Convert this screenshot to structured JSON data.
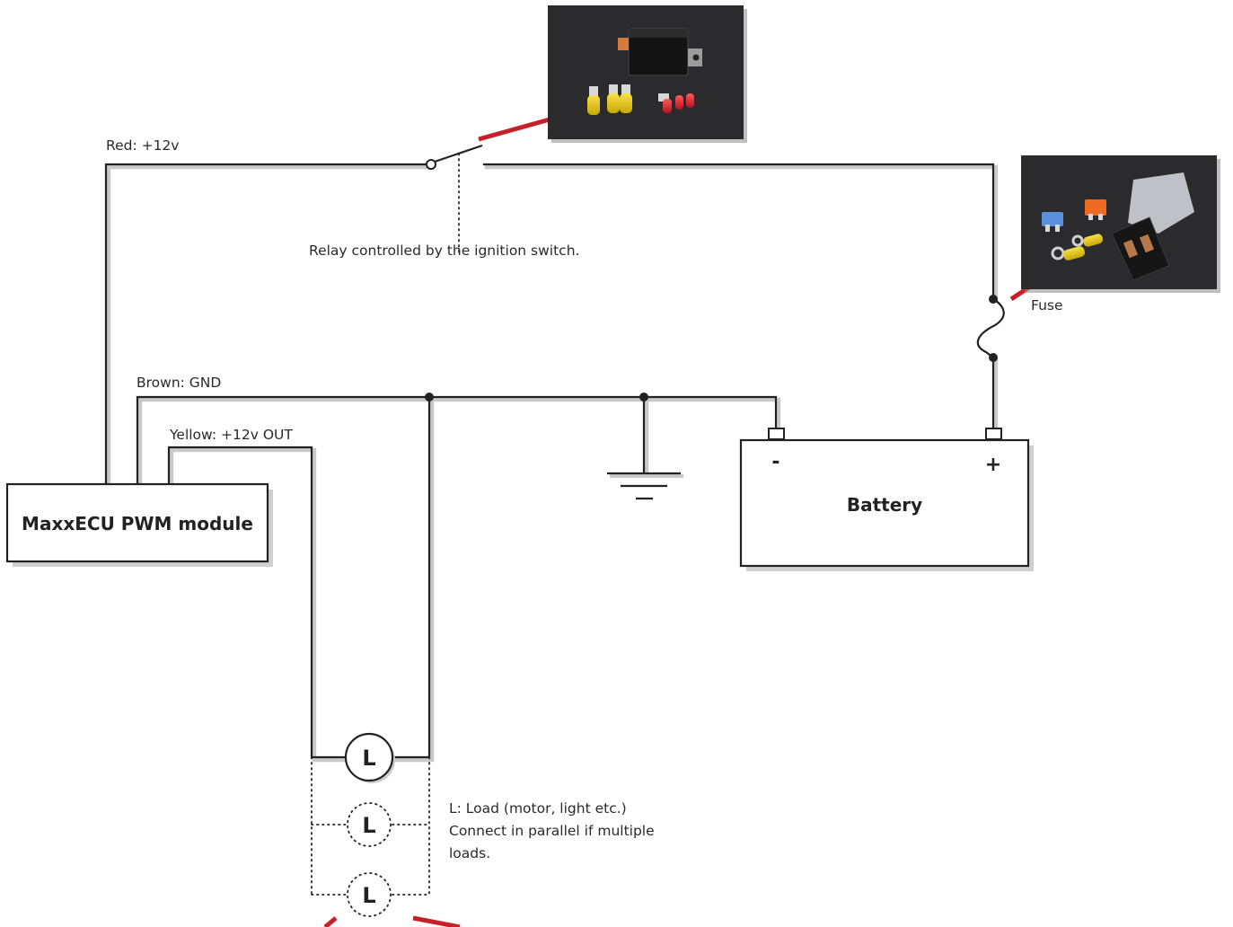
{
  "wires": {
    "red_label": "Red: +12v",
    "brown_label": "Brown: GND",
    "yellow_label": "Yellow: +12v OUT"
  },
  "relay": {
    "label": "Relay controlled by the ignition switch."
  },
  "fuse": {
    "label": "Fuse"
  },
  "module": {
    "label": "MaxxECU PWM module"
  },
  "battery": {
    "label": "Battery",
    "negative_sign": "-",
    "positive_sign": "+"
  },
  "loads": {
    "letter": "L",
    "count": 3,
    "description_line1": "L: Load (motor, light etc.)",
    "description_line2": "Connect in parallel if multiple",
    "description_line3": "loads."
  },
  "colors": {
    "accent_red": "#c8202a",
    "wire": "#222222",
    "photo_background": "#2b2a2c"
  }
}
